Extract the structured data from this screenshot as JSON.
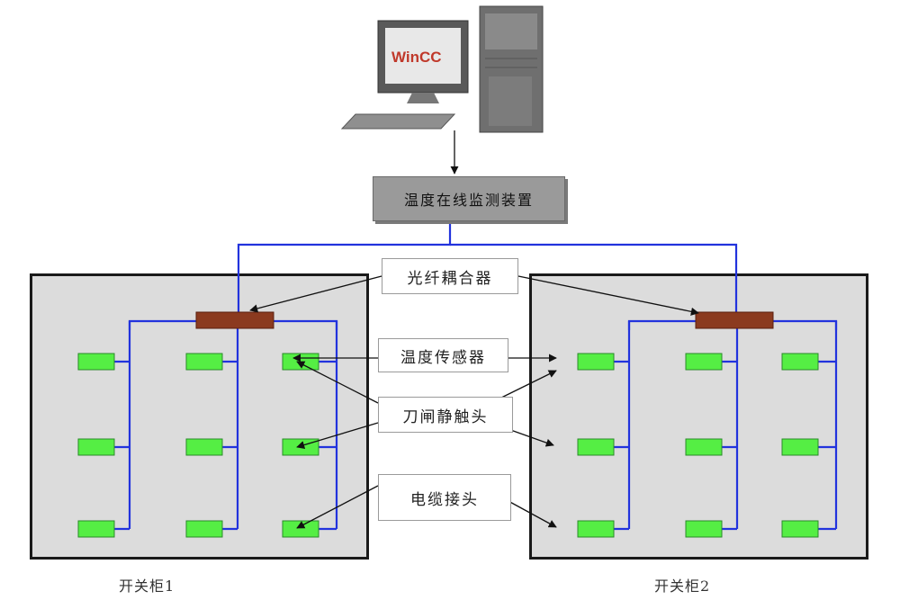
{
  "computer": {
    "screen_text": "WinCC",
    "screen_color": "#c0392b"
  },
  "monitor_unit": {
    "label": "温度在线监测装置"
  },
  "labels": {
    "coupler": "光纤耦合器",
    "sensor": "温度传感器",
    "knife_contact": "刀闸静触头",
    "cable_joint": "电缆接头"
  },
  "cabinets": [
    {
      "label": "开关柜1"
    },
    {
      "label": "开关柜2"
    }
  ],
  "colors": {
    "fiber": "#2233dd",
    "sensor_fill": "#55ee44",
    "coupler_fill": "#8b3a1f",
    "cabinet_fill": "#dcdcdc"
  }
}
